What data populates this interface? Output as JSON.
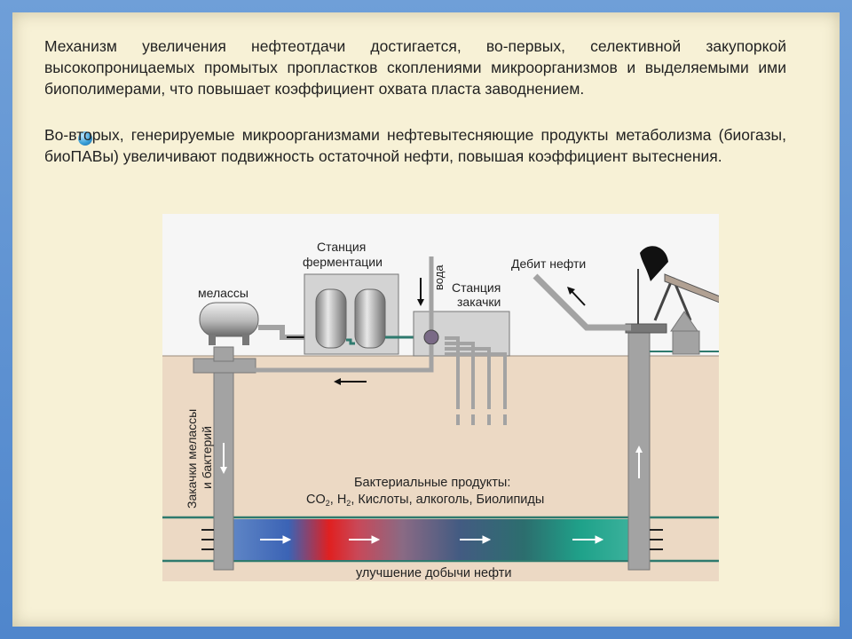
{
  "text": {
    "paragraph1": "Механизм увеличения нефтеотдачи достигается, во-первых, селективной закупоркой высокопроницаемых промытых пропластков скоплениями микроорганизмов и выделяемыми ими биополимерами, что повышает коэффициент охвата пласта заводнением.",
    "paragraph2": "Во-вторых, генерируемые микроорганизмами нефтевытесняющие продукты метаболизма (биогазы, биоПАВы) увеличивают подвижность остаточной нефти, повышая коэффициент вытеснения."
  },
  "diagram": {
    "molasses_label": "мелассы",
    "fermentation_line1": "Станция",
    "fermentation_line2": "ферментации",
    "water_label": "вода",
    "injection_station_line1": "Станция",
    "injection_station_line2": "закачки",
    "oil_rate_label": "Дебит нефти",
    "injection_well_line1": "Закачки мелассы",
    "injection_well_line2": "и бактерий",
    "products_line1": "Бактериальные продукты:",
    "products_line2_a": "CO",
    "products_line2_sub1": "2",
    "products_line2_b": ", H",
    "products_line2_sub2": "2",
    "products_line2_c": ", Кислоты, алкоголь, Биолипиды",
    "improvement_label": "улучшение добычи нефти"
  },
  "colors": {
    "slide_background": "#f7f1d6",
    "frame": "#4f86cc",
    "ground": "#ecd9c4",
    "sky": "#f6f6f6",
    "pipe_gray": "#a3a3a3",
    "layer_line": "#2e7a6e"
  },
  "icons": [
    "bullet-sphere-icon",
    "molasses-tank-icon",
    "fermenter-tank-icon",
    "pumpjack-icon",
    "flow-arrow-icon"
  ]
}
